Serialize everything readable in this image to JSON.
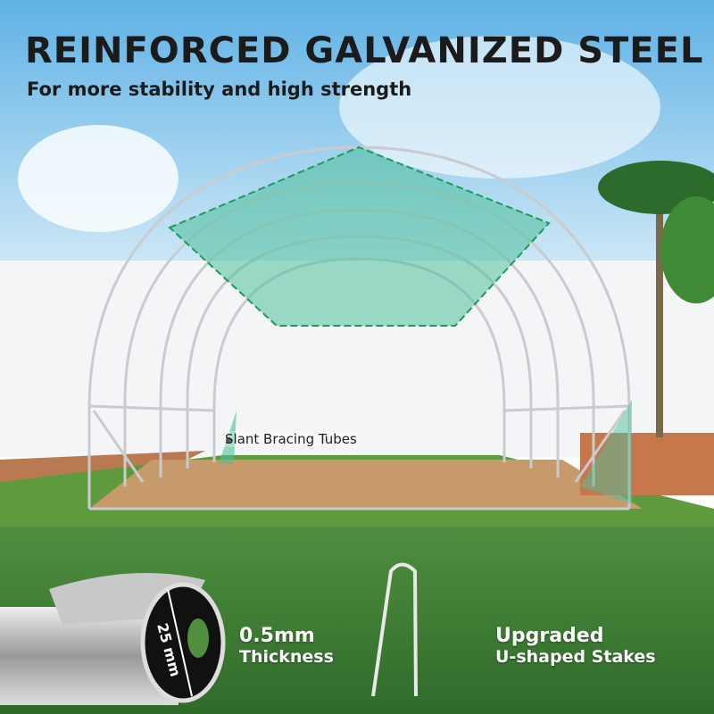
{
  "headline": "REINFORCED GALVANIZED STEEL",
  "subheadline": "For more stability and high strength",
  "callout": "Slant Bracing Tubes",
  "tube_diameter": "25 mm",
  "features": [
    {
      "line1": "0.5mm",
      "line2": "Thickness"
    },
    {
      "line1": "Upgraded",
      "line2": "U-shaped Stakes"
    }
  ],
  "colors": {
    "sky": "#7fc3ea",
    "grass": "#3f7d35",
    "shade_cloth": "#4fbf9a",
    "text_dark": "#1b1b1b"
  }
}
